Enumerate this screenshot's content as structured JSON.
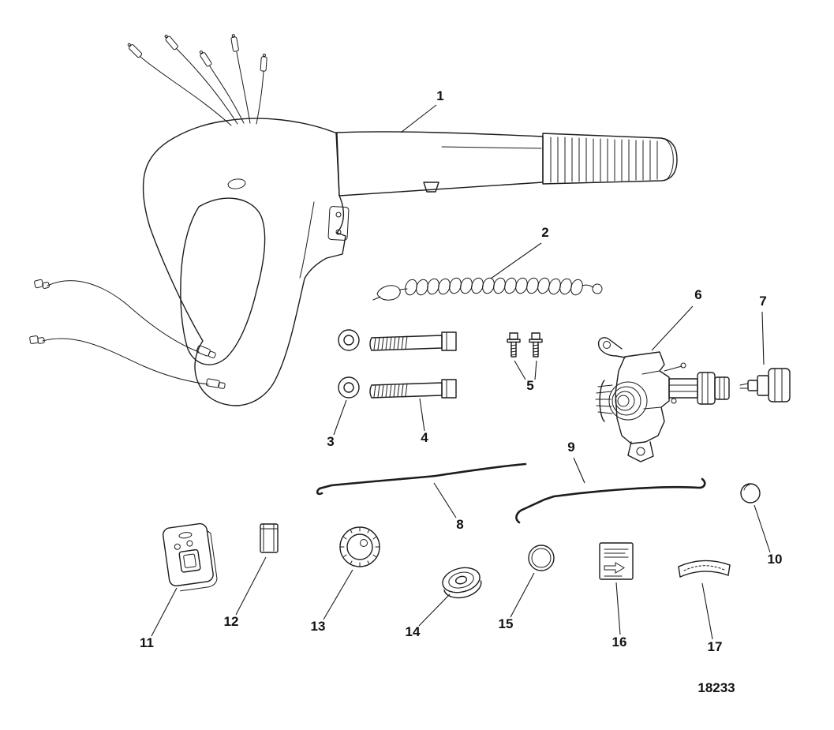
{
  "diagram": {
    "drawing_number": "18233",
    "callouts": [
      "1",
      "2",
      "3",
      "4",
      "5",
      "6",
      "7",
      "8",
      "9",
      "10",
      "11",
      "12",
      "13",
      "14",
      "15",
      "16",
      "17"
    ],
    "parts": [
      {
        "number": "1",
        "name": "tiller-handle-assembly"
      },
      {
        "number": "2",
        "name": "lanyard-stop-switch-cord"
      },
      {
        "number": "3",
        "name": "washer"
      },
      {
        "number": "4",
        "name": "bolt"
      },
      {
        "number": "5",
        "name": "screw"
      },
      {
        "number": "6",
        "name": "throttle-gear-assembly"
      },
      {
        "number": "7",
        "name": "connector-plug"
      },
      {
        "number": "8",
        "name": "link-rod"
      },
      {
        "number": "9",
        "name": "link-rod"
      },
      {
        "number": "10",
        "name": "cap"
      },
      {
        "number": "11",
        "name": "switch-panel"
      },
      {
        "number": "12",
        "name": "clip"
      },
      {
        "number": "13",
        "name": "friction-knob"
      },
      {
        "number": "14",
        "name": "grommet"
      },
      {
        "number": "15",
        "name": "o-ring"
      },
      {
        "number": "16",
        "name": "decal"
      },
      {
        "number": "17",
        "name": "curved-decal"
      }
    ]
  }
}
